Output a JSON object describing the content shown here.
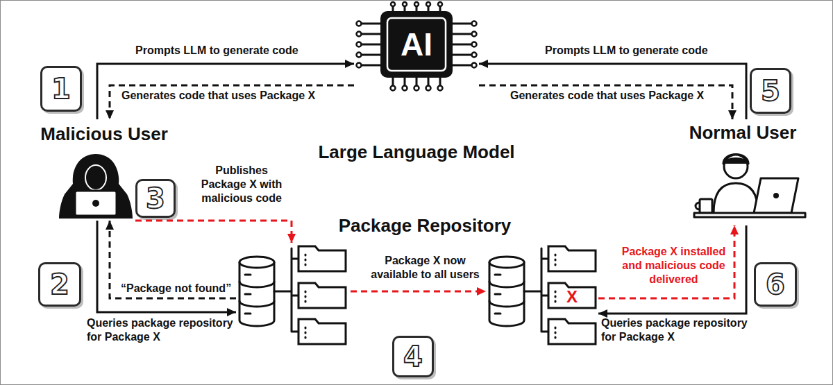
{
  "diagram": {
    "nodes": [
      {
        "text": [
          "Malicious User"
        ]
      },
      {
        "text": [
          "AI",
          "Large Language Model"
        ]
      },
      {
        "text": [
          "Normal User"
        ]
      },
      {
        "text": [
          "Package Repository"
        ]
      },
      {
        "text": [
          "X"
        ]
      }
    ],
    "edges": [
      {
        "from": 0,
        "to": 1,
        "arrow": "to",
        "label": "Prompts LLM to generate code"
      },
      {
        "from": 1,
        "to": 0,
        "arrow": "to",
        "label": "Generates code that uses Package X"
      },
      {
        "from": 0,
        "to": 3,
        "arrow": "to",
        "label": "Queries package repository for Package X"
      },
      {
        "from": 3,
        "to": 0,
        "arrow": "to",
        "label": "“Package not found”"
      },
      {
        "from": 0,
        "to": 3,
        "arrow": "to",
        "label": "Publishes Package X with malicious code"
      },
      {
        "from": 3,
        "to": 4,
        "arrow": "to",
        "label": "Package X now available to all users"
      },
      {
        "from": 2,
        "to": 1,
        "arrow": "to",
        "label": "Prompts LLM to generate code"
      },
      {
        "from": 1,
        "to": 2,
        "arrow": "to",
        "label": "Generates code that uses Package X"
      },
      {
        "from": 2,
        "to": 4,
        "arrow": "to",
        "label": "Queries package repository for Package X"
      },
      {
        "from": 4,
        "to": 2,
        "arrow": "to",
        "label": "Package X installed and malicious code delivered"
      }
    ],
    "labels": [
      "1",
      "5",
      "3",
      "2",
      "4",
      "6"
    ]
  }
}
